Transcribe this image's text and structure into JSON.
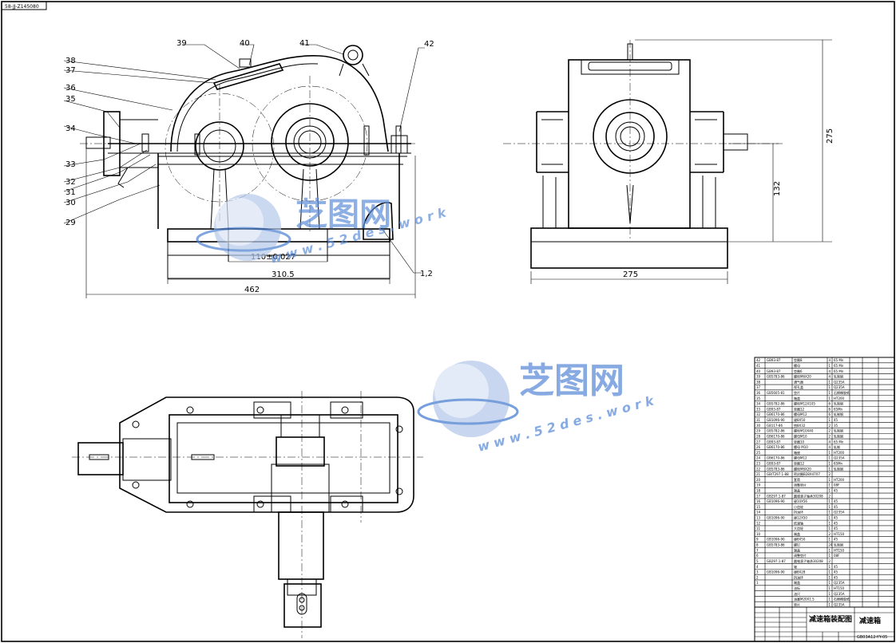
{
  "drawing_code": "58-JJ-Z145080",
  "part_labels": [
    "39",
    "40",
    "41",
    "42",
    "38",
    "37",
    "36",
    "35",
    "34",
    "33",
    "32",
    "31",
    "30",
    "29",
    "1,2"
  ],
  "dimensions": {
    "front_bolt_spacing": "110±0.027",
    "front_base_width": "310.5",
    "front_overall_width": "462",
    "side_height_total": "275",
    "side_center_height": "132",
    "side_width": "275"
  },
  "watermark": {
    "brand": "芝图网",
    "url": "w w w . 5 2 d e s . w o r k"
  },
  "bom_rows": [
    {
      "no": "42",
      "code": "GB93-87",
      "name": "垫圈8",
      "qty": "4",
      "mat": "65 Mn"
    },
    {
      "no": "41",
      "code": "",
      "name": "螺母",
      "qty": "1",
      "mat": "65 Mn"
    },
    {
      "no": "40",
      "code": "GB93-87",
      "name": "垫圈6",
      "qty": "4",
      "mat": "65 Mn"
    },
    {
      "no": "39",
      "code": "GB5783-86",
      "name": "螺栓M6X20",
      "qty": "4",
      "mat": "轧制钢"
    },
    {
      "no": "38",
      "code": "",
      "name": "通气器",
      "qty": "1",
      "mat": "Q235A"
    },
    {
      "no": "37",
      "code": "",
      "name": "视孔盖",
      "qty": "1",
      "mat": "Q235A"
    },
    {
      "no": "36",
      "code": "GB5605-81",
      "name": "垫片",
      "qty": "1",
      "mat": "石棉橡胶纸"
    },
    {
      "no": "35",
      "code": "",
      "name": "箱盖",
      "qty": "1",
      "mat": "HT200"
    },
    {
      "no": "34",
      "code": "GB5782-86",
      "name": "螺栓M12X105",
      "qty": "6",
      "mat": "轧制钢"
    },
    {
      "no": "33",
      "code": "GB93-87",
      "name": "垫圈12",
      "qty": "6",
      "mat": "65Mn"
    },
    {
      "no": "32",
      "code": "GB6170-86",
      "name": "螺母M12",
      "qty": "6",
      "mat": "轧制钢"
    },
    {
      "no": "31",
      "code": "GB1096-90",
      "name": "键8X50",
      "qty": "1",
      "mat": "45"
    },
    {
      "no": "30",
      "code": "GB117-86",
      "name": "销8X32",
      "qty": "2",
      "mat": "35"
    },
    {
      "no": "29",
      "code": "GB5782-86",
      "name": "螺栓M10X40",
      "qty": "2",
      "mat": "轧制钢"
    },
    {
      "no": "28",
      "code": "GB6170-86",
      "name": "螺母M10",
      "qty": "2",
      "mat": "轧制钢"
    },
    {
      "no": "27",
      "code": "GB93-87",
      "name": "垫圈10",
      "qty": "4",
      "mat": "65 Mn"
    },
    {
      "no": "26",
      "code": "GB6170-86",
      "name": "螺母 M10",
      "qty": "4",
      "mat": "轧制"
    },
    {
      "no": "25",
      "code": "",
      "name": "箱座",
      "qty": "1",
      "mat": "HT200"
    },
    {
      "no": "24",
      "code": "GB6170-86",
      "name": "螺母M12",
      "qty": "1",
      "mat": "Q235A"
    },
    {
      "no": "23",
      "code": "GB93-87",
      "name": "垫圈12",
      "qty": "1",
      "mat": "65Mn"
    },
    {
      "no": "22",
      "code": "GB5783-86",
      "name": "螺栓M6X20",
      "qty": "1",
      "mat": "轧制钢"
    },
    {
      "no": "21",
      "code": "GB/T297.1-88",
      "name": "密封圈B28X47X7",
      "qty": "2",
      "mat": ""
    },
    {
      "no": "20",
      "code": "",
      "name": "套筒",
      "qty": "1",
      "mat": "HT200"
    },
    {
      "no": "19",
      "code": "",
      "name": "调整垫片",
      "qty": "1",
      "mat": "08F"
    },
    {
      "no": "18",
      "code": "",
      "name": "端盖",
      "qty": "1",
      "mat": "45"
    },
    {
      "no": "17",
      "code": "GB297.1-87",
      "name": "圆锥滚子轴承30208",
      "qty": "2",
      "mat": ""
    },
    {
      "no": "16",
      "code": "GB1096-90",
      "name": "键10X56",
      "qty": "1",
      "mat": "45"
    },
    {
      "no": "15",
      "code": "",
      "name": "小齿轮",
      "qty": "1",
      "mat": "45"
    },
    {
      "no": "14",
      "code": "",
      "name": "挡油环",
      "qty": "1",
      "mat": "Q235A"
    },
    {
      "no": "13",
      "code": "GB1096-90",
      "name": "键12X50",
      "qty": "1",
      "mat": "45"
    },
    {
      "no": "12",
      "code": "",
      "name": "低速轴",
      "qty": "1",
      "mat": "45"
    },
    {
      "no": "11",
      "code": "",
      "name": "大齿轮",
      "qty": "1",
      "mat": "45"
    },
    {
      "no": "10",
      "code": "",
      "name": "端盖",
      "qty": "2",
      "mat": "HT150"
    },
    {
      "no": "9",
      "code": "GB1096-90",
      "name": "键8X50",
      "qty": "1",
      "mat": "45"
    },
    {
      "no": "8",
      "code": "GB5783-86",
      "name": "螺钉",
      "qty": "24",
      "mat": "轧制钢"
    },
    {
      "no": "7",
      "code": "",
      "name": "端盖",
      "qty": "1",
      "mat": "HT150"
    },
    {
      "no": "6",
      "code": "",
      "name": "调整垫片",
      "qty": "1",
      "mat": "08F"
    },
    {
      "no": "5",
      "code": "GB297.1-87",
      "name": "圆锥滚子轴承30208",
      "qty": "2",
      "mat": ""
    },
    {
      "no": "4",
      "code": "",
      "name": "轴",
      "qty": "1",
      "mat": "45"
    },
    {
      "no": "3",
      "code": "GB1096-90",
      "name": "键8X28",
      "qty": "1",
      "mat": "45"
    },
    {
      "no": "2",
      "code": "",
      "name": "挡油环",
      "qty": "1",
      "mat": "45"
    },
    {
      "no": "1",
      "code": "",
      "name": "端盖",
      "qty": "1",
      "mat": "Q235A"
    },
    {
      "no": "",
      "code": "",
      "name": "油标",
      "qty": "1",
      "mat": "HT150"
    },
    {
      "no": "",
      "code": "",
      "name": "油尺",
      "qty": "1",
      "mat": "Q235A"
    },
    {
      "no": "",
      "code": "",
      "name": "油塞M20X1.5",
      "qty": "1",
      "mat": "石棉橡胶纸"
    },
    {
      "no": "",
      "code": "",
      "name": "垫片",
      "qty": "1",
      "mat": "Q235A"
    }
  ],
  "title_block": {
    "drawing_name": "减速箱装配图",
    "product": "减速箱",
    "code": "GB03A12-YY-05"
  }
}
